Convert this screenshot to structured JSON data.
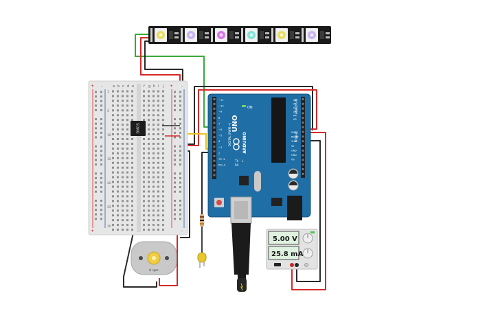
{
  "led_strip": {
    "pixel_colors": [
      "#e8dc63",
      "#c8b4f0",
      "#d977e6",
      "#7fe3d8",
      "#e8dc63",
      "#c8b4f0"
    ]
  },
  "breadboard": {
    "col_letters_left": [
      "a",
      "b",
      "c",
      "d",
      "e"
    ],
    "col_letters_right": [
      "f",
      "g",
      "h",
      "i",
      "j"
    ],
    "rail_plus": "+",
    "rail_minus": "-",
    "row_numbers": [
      "1",
      "5",
      "10",
      "15",
      "20",
      "25",
      "30"
    ]
  },
  "dip_chip": {
    "label": "DMOS"
  },
  "arduino": {
    "model": "UNO",
    "logo_text": "ARDUINO",
    "on_label": "ON",
    "tx_label": "TX",
    "rx_label": "RX",
    "l_label": "L",
    "digital_label": "DIGITAL (PWM ~)",
    "analog_label": "ANALOG IN",
    "power_label": "POWER",
    "aref_label": "AREF",
    "gnd_label": "GND",
    "pin13": "13",
    "pin12": "12",
    "pins_left": [
      "~11",
      "~10",
      "~9",
      "8",
      "7",
      "~6",
      "~5",
      "4",
      "~3",
      "2",
      "TX→1",
      "RX←0"
    ],
    "pins_right": [
      "A0",
      "A1",
      "A2",
      "A3",
      "A4",
      "A5"
    ],
    "power_pins": [
      "IOREF",
      "RESET",
      "3.3V",
      "5V",
      "GND",
      "GND",
      "Vin"
    ]
  },
  "motor": {
    "label": "0 rpm"
  },
  "power_supply": {
    "voltage": "5.00 V",
    "current": "25.8 mA"
  },
  "colors": {
    "wire_red": "#d62828",
    "wire_black": "#2a2a2a",
    "wire_green": "#3aa83a",
    "wire_yellow": "#e6c320",
    "arduino_blue": "#1f6ea6",
    "breadboard": "#e6e6e6"
  }
}
